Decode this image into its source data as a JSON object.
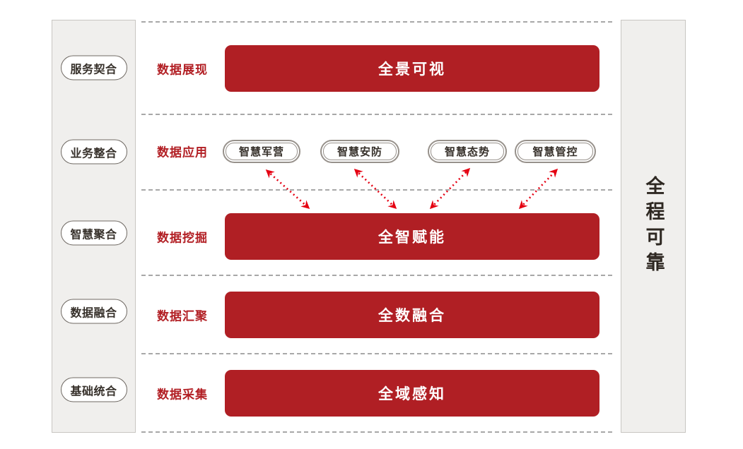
{
  "left_panel": {
    "items": [
      "服务契合",
      "业务整合",
      "智慧聚合",
      "数据融合",
      "基础统合"
    ]
  },
  "rows": [
    {
      "label": "数据展现",
      "bar": "全景可视"
    },
    {
      "label": "数据应用",
      "pills": [
        "智慧军营",
        "智慧安防",
        "智慧态势",
        "智慧管控"
      ]
    },
    {
      "label": "数据挖掘",
      "bar": "全智赋能"
    },
    {
      "label": "数据汇聚",
      "bar": "全数融合"
    },
    {
      "label": "数据采集",
      "bar": "全域感知"
    }
  ],
  "right_panel": {
    "label": "全程可靠"
  },
  "colors": {
    "bar_red": "#b01f24",
    "label_red": "#b21f24",
    "arrow_red": "#e50012",
    "panel_bg": "#f0efed",
    "panel_border": "#c8c6c2",
    "dotted_line": "#a8a8a8",
    "pill_double_border": "#97918b"
  }
}
